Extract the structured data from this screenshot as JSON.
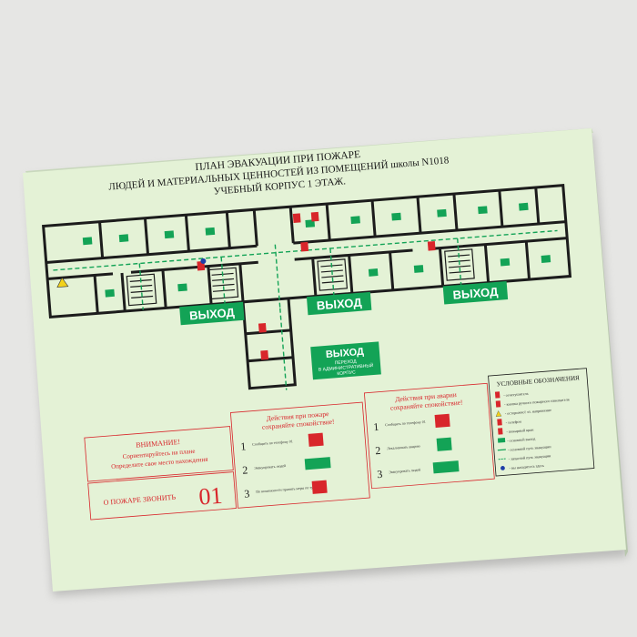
{
  "title": {
    "line1": "ПЛАН ЭВАКУАЦИИ ПРИ ПОЖАРЕ",
    "line2": "ЛЮДЕЙ И МАТЕРИАЛЬНЫХ ЦЕННОСТЕЙ ИЗ ПОМЕЩЕНИЙ школы N1018",
    "line3": "УЧЕБНЫЙ КОРПУС 1 ЭТАЖ."
  },
  "exits": {
    "exit1": "ВЫХОД",
    "exit2": "ВЫХОД",
    "exit3": "ВЫХОД",
    "exit4": "ВЫХОД",
    "exit4_sub1": "ПЕРЕХОД",
    "exit4_sub2": "В АДМИНИСТРАТИВНЫЙ",
    "exit4_sub3": "КОРПУС"
  },
  "attention": {
    "heading": "ВНИМАНИЕ!",
    "line1": "Сориентируйтесь на плане",
    "line2": "Определите свое место нахождения"
  },
  "fire_call": {
    "label": "О ПОЖАРЕ ЗВОНИТЬ",
    "number": "01"
  },
  "fire_actions": {
    "heading1": "Действия при пожаре",
    "heading2": "сохраняйте спокойствие!",
    "steps": [
      {
        "num": "1",
        "text": "Сообщить по телефону 01"
      },
      {
        "num": "2",
        "text": "Эвакуировать людей"
      },
      {
        "num": "3",
        "text": "По возможности принять меры по тушению"
      }
    ]
  },
  "accident_actions": {
    "heading1": "Действия при аварии",
    "heading2": "сохраняйте спокойствие!",
    "steps": [
      {
        "num": "1",
        "text": "Сообщить по телефону 01"
      },
      {
        "num": "2",
        "text": "Локализовать аварию"
      },
      {
        "num": "3",
        "text": "Эвакуировать людей"
      }
    ]
  },
  "legend": {
    "heading": "УСЛОВНЫЕ ОБОЗНАЧЕНИЯ",
    "items": [
      "- огнетушитель",
      "- кнопка ручного пожарного извещателя",
      "- осторожно! эл. напряжение",
      "- телефон",
      "- пожарный кран",
      "- основной выход",
      "- основной путь эвакуации",
      "- запасной путь эвакуации",
      "- вы находитесь здесь"
    ]
  },
  "colors": {
    "board": "#e4f2d6",
    "board_edge": "#c9d8bd",
    "wall": "#1c1c1c",
    "exit_green": "#13a356",
    "danger_red": "#d8262b",
    "text_dark": "#1a1a1a"
  }
}
